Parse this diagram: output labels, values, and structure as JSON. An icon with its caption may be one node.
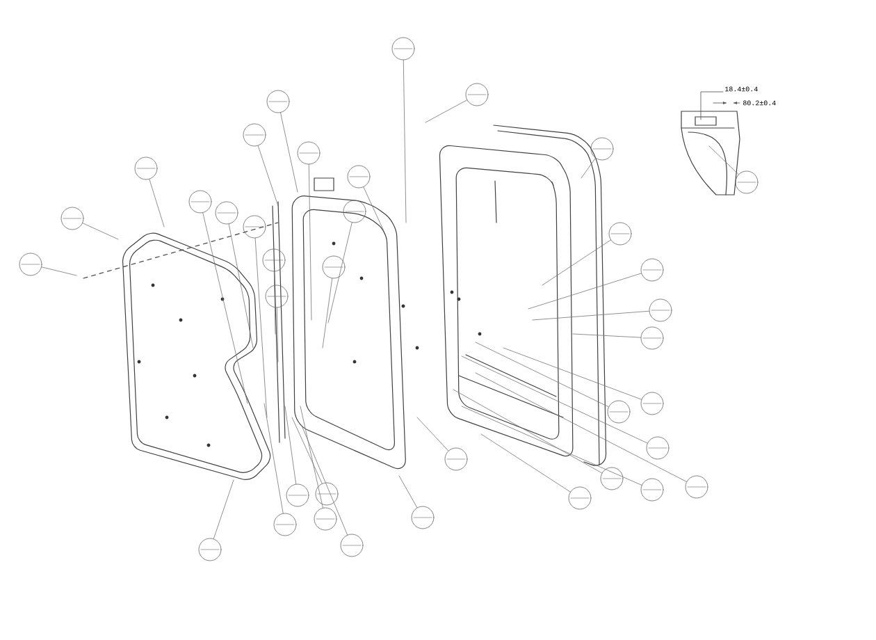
{
  "diagram": {
    "nodes": [
      {
        "text": [],
        "shape": "circle"
      },
      {
        "text": [],
        "shape": "circle"
      },
      {
        "text": [],
        "shape": "circle"
      },
      {
        "text": [],
        "shape": "circle"
      },
      {
        "text": [],
        "shape": "circle"
      },
      {
        "text": [],
        "shape": "circle"
      },
      {
        "text": [],
        "shape": "circle"
      },
      {
        "text": [],
        "shape": "circle"
      },
      {
        "text": [],
        "shape": "circle"
      },
      {
        "text": [],
        "shape": "circle"
      },
      {
        "text": [],
        "shape": "circle"
      },
      {
        "text": [],
        "shape": "circle"
      },
      {
        "text": [],
        "shape": "circle"
      },
      {
        "text": [],
        "shape": "circle"
      },
      {
        "text": [],
        "shape": "circle"
      },
      {
        "text": [],
        "shape": "circle"
      },
      {
        "text": [],
        "shape": "circle"
      },
      {
        "text": [],
        "shape": "circle"
      },
      {
        "text": [],
        "shape": "circle"
      },
      {
        "text": [],
        "shape": "circle"
      },
      {
        "text": [],
        "shape": "circle"
      },
      {
        "text": [],
        "shape": "circle"
      },
      {
        "text": [],
        "shape": "circle"
      },
      {
        "text": [],
        "shape": "circle"
      },
      {
        "text": [],
        "shape": "circle"
      },
      {
        "text": [],
        "shape": "circle"
      },
      {
        "text": [],
        "shape": "circle"
      },
      {
        "text": [],
        "shape": "circle"
      },
      {
        "text": [],
        "shape": "circle"
      },
      {
        "text": [],
        "shape": "circle"
      },
      {
        "text": [],
        "shape": "circle"
      },
      {
        "text": [],
        "shape": "circle"
      },
      {
        "text": [],
        "shape": "circle"
      },
      {
        "text": [],
        "shape": "circle"
      },
      {
        "text": [],
        "shape": "circle"
      },
      {
        "text": [],
        "shape": "circle"
      },
      {
        "text": [],
        "shape": "circle"
      }
    ],
    "edges": [
      {
        "from": 0,
        "to": null,
        "arrow": "none"
      },
      {
        "from": 1,
        "to": null,
        "arrow": "none"
      },
      {
        "from": 2,
        "to": null,
        "arrow": "none"
      },
      {
        "from": 3,
        "to": null,
        "arrow": "none"
      },
      {
        "from": 4,
        "to": null,
        "arrow": "none"
      },
      {
        "from": 5,
        "to": null,
        "arrow": "none"
      },
      {
        "from": 6,
        "to": null,
        "arrow": "none"
      },
      {
        "from": 7,
        "to": null,
        "arrow": "none"
      },
      {
        "from": 8,
        "to": null,
        "arrow": "none"
      },
      {
        "from": 9,
        "to": null,
        "arrow": "none"
      },
      {
        "from": 10,
        "to": null,
        "arrow": "none"
      },
      {
        "from": 11,
        "to": null,
        "arrow": "none"
      },
      {
        "from": 12,
        "to": null,
        "arrow": "none"
      },
      {
        "from": 13,
        "to": null,
        "arrow": "none"
      },
      {
        "from": 14,
        "to": null,
        "arrow": "none"
      },
      {
        "from": 15,
        "to": null,
        "arrow": "none"
      },
      {
        "from": 16,
        "to": null,
        "arrow": "none"
      },
      {
        "from": 17,
        "to": null,
        "arrow": "none"
      },
      {
        "from": 18,
        "to": null,
        "arrow": "none"
      },
      {
        "from": 19,
        "to": null,
        "arrow": "none"
      },
      {
        "from": 20,
        "to": null,
        "arrow": "none"
      },
      {
        "from": 21,
        "to": null,
        "arrow": "none"
      },
      {
        "from": 22,
        "to": null,
        "arrow": "none"
      },
      {
        "from": 23,
        "to": null,
        "arrow": "none"
      },
      {
        "from": 24,
        "to": null,
        "arrow": "none"
      },
      {
        "from": 25,
        "to": null,
        "arrow": "none"
      },
      {
        "from": 26,
        "to": null,
        "arrow": "none"
      },
      {
        "from": 27,
        "to": null,
        "arrow": "none"
      },
      {
        "from": 28,
        "to": null,
        "arrow": "none"
      },
      {
        "from": 29,
        "to": null,
        "arrow": "none"
      },
      {
        "from": 30,
        "to": null,
        "arrow": "none"
      },
      {
        "from": 31,
        "to": null,
        "arrow": "none"
      },
      {
        "from": 32,
        "to": null,
        "arrow": "none"
      },
      {
        "from": 33,
        "to": null,
        "arrow": "none"
      },
      {
        "from": 34,
        "to": null,
        "arrow": "none"
      },
      {
        "from": 35,
        "to": null,
        "arrow": "none"
      },
      {
        "from": 36,
        "to": null,
        "arrow": "none"
      }
    ],
    "labels": [
      "18.4±0.4",
      "80.2±0.4"
    ]
  }
}
